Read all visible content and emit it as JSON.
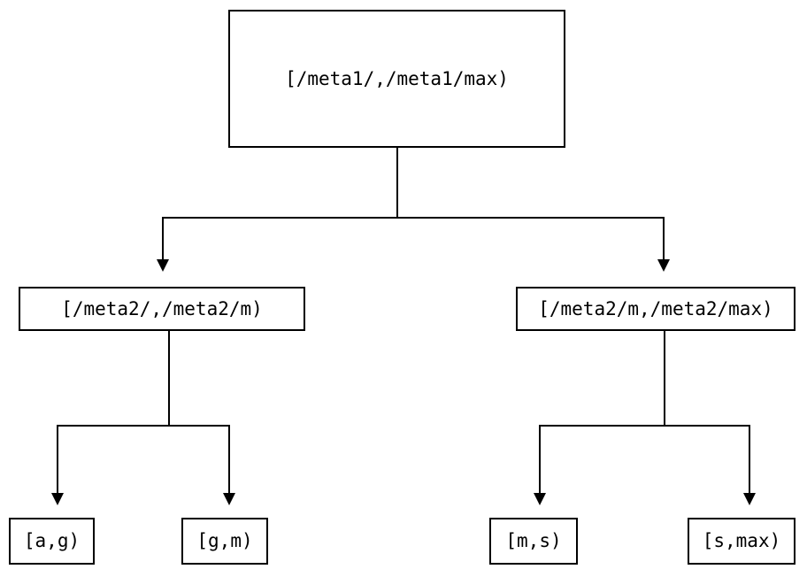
{
  "diagram": {
    "type": "tree",
    "orientation": "top-down",
    "background_color": "#ffffff",
    "line_color": "#000000",
    "text_color": "#000000",
    "nodes": [
      {
        "id": "root",
        "label": "[/meta1/,/meta1/max)",
        "level": 0
      },
      {
        "id": "mid-left",
        "label": "[/meta2/,/meta2/m)",
        "level": 1
      },
      {
        "id": "mid-right",
        "label": "[/meta2/m,/meta2/max)",
        "level": 1
      },
      {
        "id": "leaf-1",
        "label": "[a,g)",
        "level": 2
      },
      {
        "id": "leaf-2",
        "label": "[g,m)",
        "level": 2
      },
      {
        "id": "leaf-3",
        "label": "[m,s)",
        "level": 2
      },
      {
        "id": "leaf-4",
        "label": "[s,max)",
        "level": 2
      }
    ],
    "edges": [
      {
        "from": "root",
        "to": "mid-left"
      },
      {
        "from": "root",
        "to": "mid-right"
      },
      {
        "from": "mid-left",
        "to": "leaf-1"
      },
      {
        "from": "mid-left",
        "to": "leaf-2"
      },
      {
        "from": "mid-right",
        "to": "leaf-3"
      },
      {
        "from": "mid-right",
        "to": "leaf-4"
      }
    ]
  }
}
